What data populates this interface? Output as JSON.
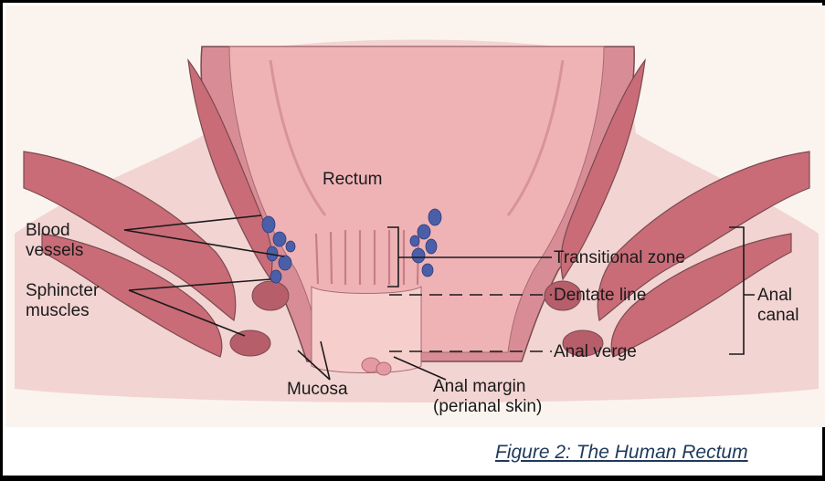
{
  "figure": {
    "labels": {
      "rectum": "Rectum",
      "blood_vessels": [
        "Blood",
        "vessels"
      ],
      "sphincter_muscles": [
        "Sphincter",
        "muscles"
      ],
      "mucosa": "Mucosa",
      "anal_margin": [
        "Anal margin",
        "(perianal skin)"
      ],
      "transitional_zone": "Transitional zone",
      "dentate_line": "Dentate line",
      "anal_verge": "Anal verge",
      "anal_canal": [
        "Anal",
        "canal"
      ]
    },
    "caption": "Figure 2: The Human Rectum"
  },
  "colors": {
    "tissue_pink": "#e9a7ad",
    "muscle_red": "#c96c78",
    "mucosa_light": "#f3c9c8",
    "vessel_blue": "#4b5fa8",
    "outline": "#7a4a4f",
    "background": "#fbf4ee",
    "caption_color": "#1f3a5a"
  }
}
